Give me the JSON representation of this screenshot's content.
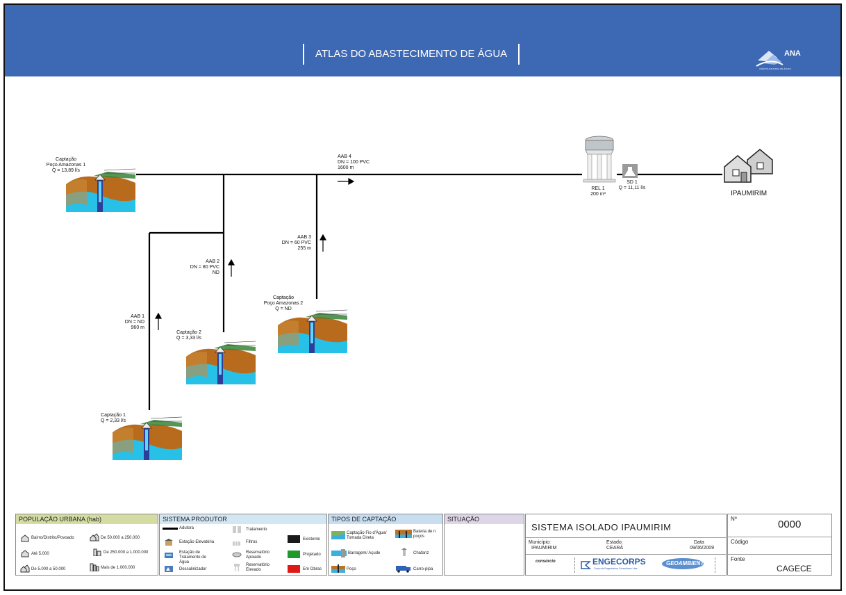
{
  "header": {
    "title": "ATLAS DO ABASTECIMENTO DE ÁGUA",
    "logo_text": "ANA",
    "logo_subtext": "AGÊNCIA NACIONAL DE ÁGUAS"
  },
  "diagram": {
    "captacoes": [
      {
        "line1": "Captação",
        "line2": "Poço Amazonas 1",
        "line3": "Q = 13,89 l/s"
      },
      {
        "line1": "Captação 2",
        "line2": "Q = 3,33 l/s"
      },
      {
        "line1": "Captação",
        "line2": "Poço Amazonas 2",
        "line3": "Q = ND"
      },
      {
        "line1": "Captação 1",
        "line2": "Q = 2,33 l/s"
      }
    ],
    "aabs": [
      {
        "line1": "AAB 1",
        "line2": "DN = ND",
        "line3": "960 m"
      },
      {
        "line1": "AAB 2",
        "line2": "DN = 80 PVC",
        "line3": "ND"
      },
      {
        "line1": "AAB 3",
        "line2": "DN = 60 PVC",
        "line3": "255 m"
      },
      {
        "line1": "AAB 4",
        "line2": "DN = 100 PVC",
        "line3": "1600 m"
      }
    ],
    "reservoir": {
      "line1": "REL 1",
      "line2": "200 m³"
    },
    "treatment": {
      "line1": "SD 1",
      "line2": "Q = 11,11 l/s"
    },
    "city": "IPAUMIRIM"
  },
  "legend": {
    "populacao": {
      "header": "POPULAÇÃO URBANA (hab)",
      "items": [
        "Bairro/Distrito/Povoado",
        "De 50.000 a 250.000",
        "Até 5.000",
        "De 250.000 a 1.000.000",
        "De 5.000 a 50.000",
        "Mais de 1.000.000"
      ]
    },
    "sistema": {
      "header": "SISTEMA PRODUTOR",
      "items": [
        "Adutora",
        "Tratamento",
        "Estação Elevatória",
        "Filtros",
        "Estação de Tratamento de Água",
        "Reservatório Apoiado",
        "Dessalinizador",
        "Reservatório Elevado"
      ],
      "status": [
        {
          "label": "Existente",
          "color": "#1a1a1a"
        },
        {
          "label": "Projetado",
          "color": "#1f9a2a"
        },
        {
          "label": "Em Obras",
          "color": "#e01818"
        }
      ]
    },
    "tipos": {
      "header": "TIPOS DE CAPTAÇÃO",
      "items": [
        "Captação Fio d'Água/ Tomada Direta",
        "Bateria de n poços",
        "Barragem/ Açude",
        "Chafariz",
        "Poço",
        "Carro-pipa"
      ]
    },
    "situacao": {
      "header": "SITUAÇÃO"
    },
    "titleblock": {
      "system_name": "SISTEMA ISOLADO IPAUMIRIM",
      "municipio_label": "Município:",
      "municipio": "IPAUMIRIM",
      "estado_label": "Estado:",
      "estado": "CEARÁ",
      "data_label": "Data",
      "data": "09/06/2009",
      "consorcio": "consórcio",
      "engecorps": "ENGECORPS",
      "engecorps_sub": "Corpo de Engenheiros Consultores Ltda",
      "geoambiente": "GEOAMBIENTE",
      "numero_label": "Nº",
      "numero": "0000",
      "codigo_label": "Código",
      "fonte_label": "Fonte",
      "fonte": "CAGECE"
    }
  }
}
